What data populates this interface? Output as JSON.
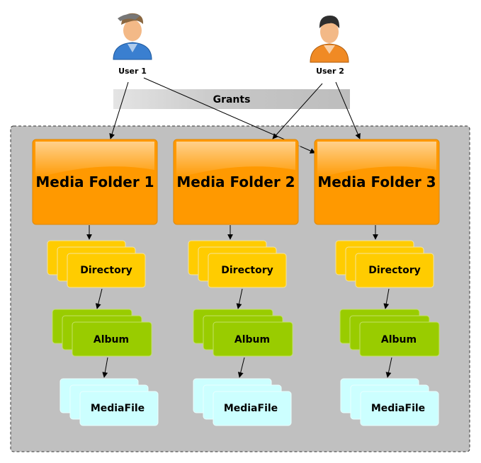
{
  "users": [
    {
      "label": "User 1",
      "icon": "user-avatar-blue-icon",
      "color": "#3a7fd0"
    },
    {
      "label": "User 2",
      "icon": "user-avatar-orange-icon",
      "color": "#f08a24"
    }
  ],
  "grants_label": "Grants",
  "folders": [
    {
      "title": "Media Folder 1",
      "directory": "Directory",
      "album": "Album",
      "mediafile": "MediaFile"
    },
    {
      "title": "Media Folder 2",
      "directory": "Directory",
      "album": "Album",
      "mediafile": "MediaFile"
    },
    {
      "title": "Media Folder 3",
      "directory": "Directory",
      "album": "Album",
      "mediafile": "MediaFile"
    }
  ],
  "colors": {
    "folder": "#ff9900",
    "directory": "#ffcc00",
    "album": "#99cc00",
    "mediafile": "#ccffff",
    "container": "#c0c0c0",
    "grants_bar": "#c0c0c0"
  }
}
